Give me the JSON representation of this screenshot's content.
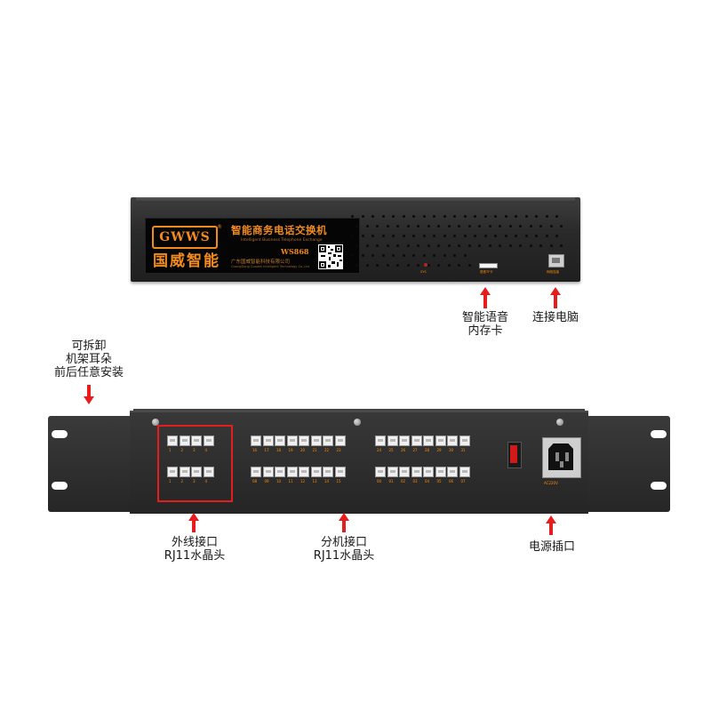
{
  "front_panel": {
    "logo_text": "GWWS",
    "registered_mark": "®",
    "brand_cn": "国威智能",
    "title_cn": "智能商务电话交换机",
    "title_en": "Intelligent Business Telephone Exchange",
    "model": "WS868",
    "company_cn": "广东国威智能科技有限公司",
    "company_en": "GuangDong Guowei Intelligent Technology Co.,Ltd",
    "led_label": "SYS",
    "sd_label": "语音TF卡",
    "lan_label": "网络连接"
  },
  "rear_panel": {
    "trunk_numbers": [
      "1",
      "2",
      "3",
      "4"
    ],
    "trunk_numbers_bottom": [
      "1",
      "2",
      "3",
      "4"
    ],
    "ext_top_a": [
      "16",
      "17",
      "18",
      "19",
      "20",
      "21",
      "22",
      "23"
    ],
    "ext_bottom_a": [
      "08",
      "09",
      "10",
      "11",
      "12",
      "13",
      "14",
      "15"
    ],
    "ext_top_b": [
      "24",
      "25",
      "26",
      "27",
      "28",
      "29",
      "30",
      "31"
    ],
    "ext_bottom_b": [
      "00",
      "01",
      "02",
      "03",
      "04",
      "05",
      "06",
      "07"
    ],
    "power_label": "AC220V"
  },
  "annotations": {
    "tf_card": [
      "智能语音",
      "内存卡"
    ],
    "pc": [
      "连接电脑"
    ],
    "rack_ear": [
      "可拆卸",
      "机架耳朵",
      "前后任意安装"
    ],
    "trunk": [
      "外线接口",
      "RJ11水晶头"
    ],
    "extension": [
      "分机接口",
      "RJ11水晶头"
    ],
    "power": [
      "电源插口"
    ]
  },
  "colors": {
    "accent": "#f28a1e",
    "arrow": "#e61d1d",
    "chassis": "#2b2b2b"
  }
}
